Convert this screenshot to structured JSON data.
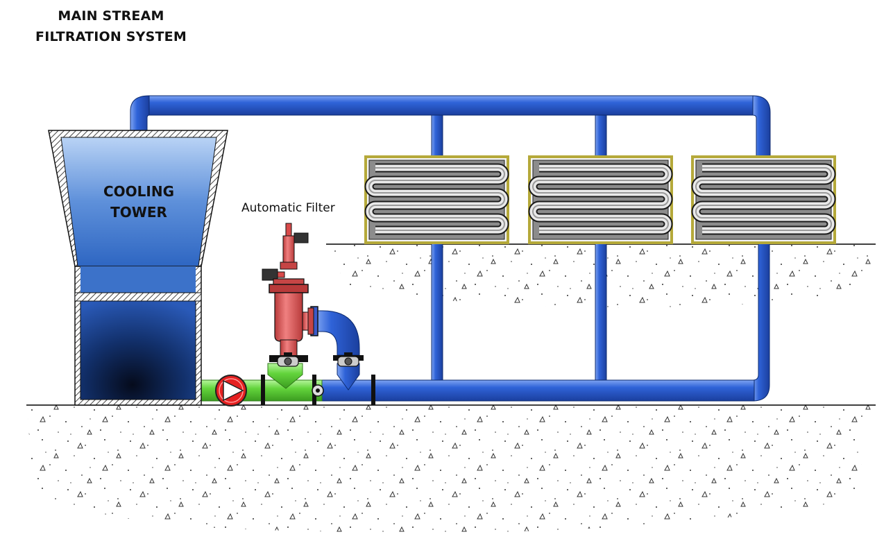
{
  "title": {
    "line1": "MAIN STREAM",
    "line2": "FILTRATION SYSTEM"
  },
  "cooling_tower": {
    "line1": "COOLING",
    "line2": "TOWER"
  },
  "filter_label": "Automatic Filter",
  "colors": {
    "main_pipe": "#2f63d8",
    "pump_suction_pipe": "#6fe04a",
    "filter_body": "#e06060",
    "pump": "#e52020",
    "coil_frame": "#b5a93a",
    "ground_outline": "#000000"
  },
  "heat_exchangers": [
    {
      "name": "heat-exchanger-1"
    },
    {
      "name": "heat-exchanger-2"
    },
    {
      "name": "heat-exchanger-3"
    }
  ],
  "icons": [
    "pump-icon",
    "valve-icon",
    "automatic-filter-icon",
    "heat-exchanger-coil-icon"
  ]
}
